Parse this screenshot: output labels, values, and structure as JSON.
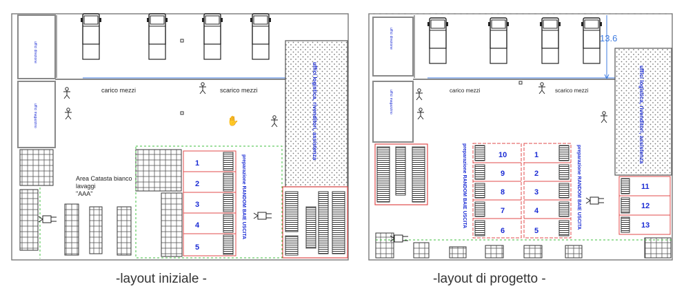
{
  "colors": {
    "wall": "#7a7a7a",
    "blue_text": "#1a2bd4",
    "red": "#e04a4a",
    "green": "#3cbf3c",
    "dim": "#3d7be0"
  },
  "left": {
    "caption": "-layout iniziale -",
    "label_carico": "carico mezzi",
    "label_scarico": "scarico mezzi",
    "label_area_line1": "Area Catasta bianco",
    "label_area_line2": "lavaggi",
    "label_area_line3": "\"AAA\"",
    "label_uffici": "uffici logistica, rivenditori, assistenza",
    "label_preparazione": "preparazione RANDOM BAIE USCITA",
    "bay_numbers": [
      "1",
      "2",
      "3",
      "4",
      "5"
    ],
    "icons": [
      "truck-icon",
      "worker-icon",
      "hand-cursor-icon",
      "forklift-icon"
    ]
  },
  "right": {
    "caption": "-layout di progetto -",
    "label_carico": "carico mezzi",
    "label_scarico": "scarico mezzi",
    "label_uffici": "uffici logistica, rivenditori, assistenza",
    "label_prep_left": "preparazione RANDOM BAIE USCITA",
    "label_prep_right": "preparazione RANDOM BAIE USCITA",
    "dimension": "13.6",
    "bays_left": [
      "10",
      "9",
      "8",
      "7",
      "6"
    ],
    "bays_center": [
      "1",
      "2",
      "3",
      "4",
      "5"
    ],
    "bays_side": [
      "11",
      "12",
      "13"
    ]
  }
}
